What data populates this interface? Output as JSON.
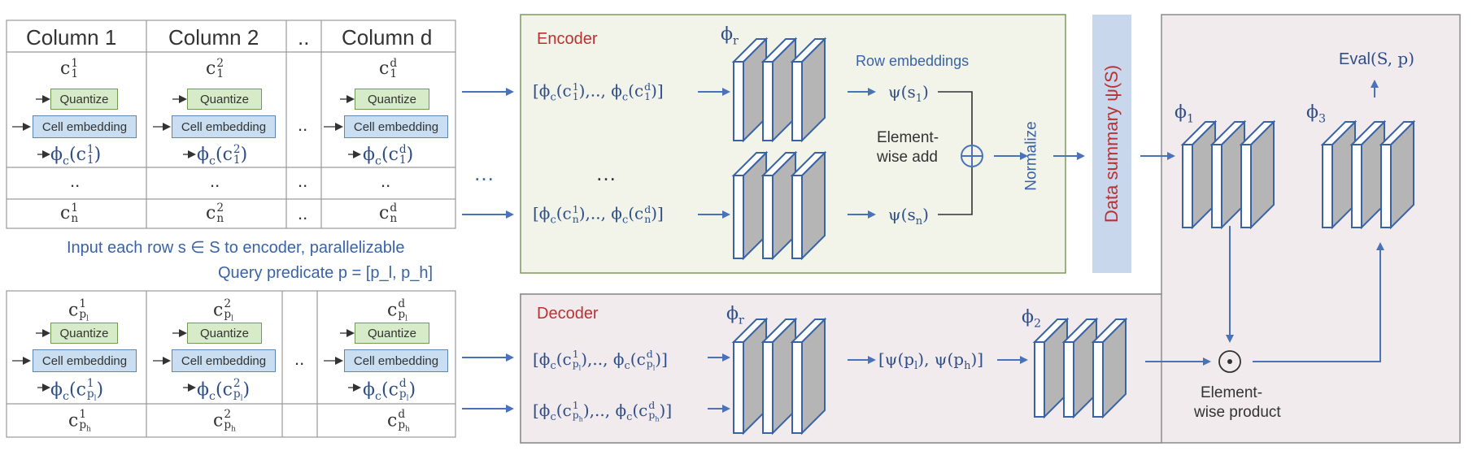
{
  "table_top": {
    "headers": [
      "Column 1",
      "Column 2",
      "..",
      "Column d"
    ],
    "dots_col": "..",
    "dots_row": ".."
  },
  "labels": {
    "quantize": "Quantize",
    "cell_embedding": "Cell embedding",
    "input_rows": "Input each row s ∈ S to encoder, parallelizable",
    "query_predicate": "Query predicate p = [p_l, p_h]",
    "encoder": "Encoder",
    "decoder": "Decoder",
    "row_embeddings": "Row embeddings",
    "elementwise_add_1": "Element-",
    "elementwise_add_2": "wise add",
    "normalize": "Normalize",
    "data_summary": "Data summary ψ(S)",
    "eval": "Eval(S, p)",
    "elementwise_product_1": "Element-",
    "elementwise_product_2": "wise product",
    "ellipsis": "…",
    "ellipsis_mid": "…"
  },
  "math": {
    "phi_r": "ϕr",
    "phi_1": "ϕ1",
    "phi_2": "ϕ2",
    "phi_3": "ϕ3",
    "psi_s1": "ψ(s1)",
    "psi_sn": "ψ(sn)",
    "psi_pl_ph": "[ψ(pl), ψ(ph)]"
  },
  "colors": {
    "encoder_bg": "#f2f4ea",
    "encoder_border": "#7d9a5c",
    "decoder_bg": "#f1ebee",
    "decoder_border": "#8c8c8c",
    "right_panel_bg": "#f1ebee",
    "summary_bg": "#c9d7ec",
    "arrow": "#4a72b8",
    "encoder_title": "#b83232",
    "decoder_title": "#b83232"
  }
}
